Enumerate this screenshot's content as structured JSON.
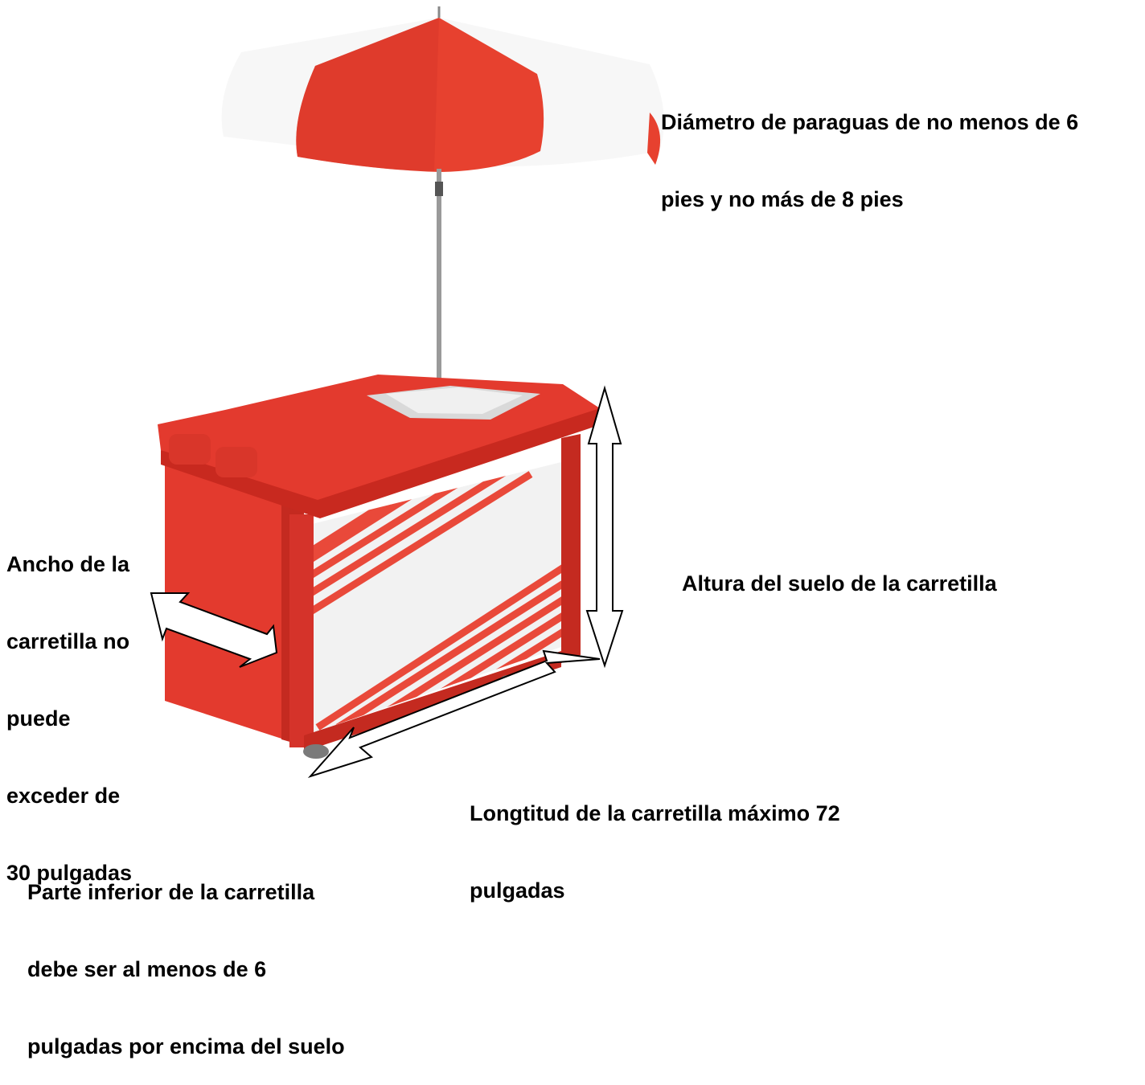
{
  "colors": {
    "cart_red": "#e33a2e",
    "cart_dark_red": "#c42a20",
    "panel_white": "#f2f2f2",
    "umbrella_white": "#f7f7f7",
    "umbrella_red": "#e7412f",
    "outline": "#000000"
  },
  "labels": {
    "umbrella": [
      "Diámetro de paraguas de no menos de 6",
      "pies y no más de 8 pies"
    ],
    "width": [
      "Ancho de la",
      "carretilla no",
      "puede",
      "exceder de",
      "30 pulgadas"
    ],
    "height": [
      "Altura del suelo de la carretilla"
    ],
    "length": [
      "Longtitud de la carretilla máximo 72",
      "pulgadas"
    ],
    "clearance": [
      "Parte inferior de la carretilla",
      "debe ser al menos de 6",
      "pulgadas por encima del suelo"
    ]
  }
}
